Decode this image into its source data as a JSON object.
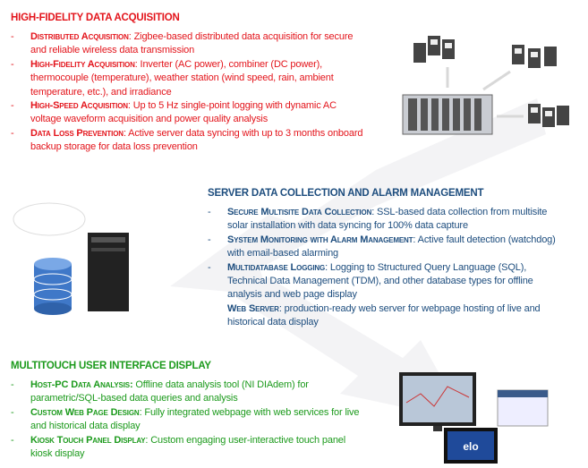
{
  "acquisition": {
    "title": "HIGH-FIDELITY DATA ACQUISITION",
    "color": "#e3141b",
    "items": [
      {
        "label": "Distributed Acquisition",
        "text": ": Zigbee-based distributed data acquisition for secure and reliable wireless data transmission"
      },
      {
        "label": "High-Fidelity Acquisition",
        "text": ": Inverter (AC power), combiner (DC power), thermocouple (temperature), weather station (wind speed, rain, ambient temperature, etc.), and irradiance"
      },
      {
        "label": "High-Speed Acquisition",
        "text": ": Up to 5 Hz single-point logging with dynamic AC voltage waveform acquisition and power quality analysis"
      },
      {
        "label": "Data Loss Prevention",
        "text": ": Active server data syncing with up to 3 months onboard backup storage for data loss prevention"
      }
    ]
  },
  "server": {
    "title": "SERVER DATA COLLECTION AND ALARM MANAGEMENT",
    "color": "#1d4d7e",
    "items": [
      {
        "label": "Secure Multisite Data Collection",
        "text": ": SSL-based data collection from multisite solar installation with data syncing for 100% data capture"
      },
      {
        "label": "System Monitoring with Alarm Management",
        "text": ": Active fault detection (watchdog) with email-based alarming"
      },
      {
        "label": "Multidatabase Logging",
        "text": ": Logging to Structured Query Language (SQL), Technical Data Management (TDM), and other database types for offline analysis and web page display"
      },
      {
        "label": "Web Server",
        "text": ": production-ready web server for webpage hosting of live and historical data display"
      }
    ]
  },
  "display": {
    "title": "MULTITOUCH USER INTERFACE DISPLAY",
    "color": "#1c9a1c",
    "items": [
      {
        "label": "Host-PC Data Analysis:",
        "text": " Offline data analysis tool (NI DIAdem) for parametric/SQL-based data queries and analysis"
      },
      {
        "label": "Custom Web Page Design",
        "text": ": Fully integrated webpage with web services for live and historical data display"
      },
      {
        "label": "Kiosk Touch Panel Display",
        "text": ": Custom engaging user-interactive touch panel kiosk display"
      }
    ]
  },
  "dash": "-",
  "kiosk_logo": "elo"
}
